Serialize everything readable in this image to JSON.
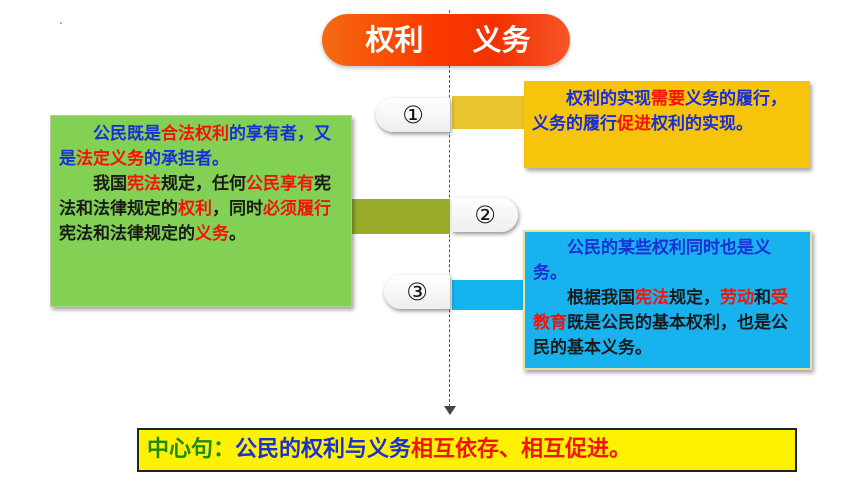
{
  "header": {
    "left": "权利",
    "right": "义务"
  },
  "tabs": [
    "①",
    "②",
    "③"
  ],
  "left_box": {
    "p1": [
      {
        "text": "公民既是",
        "style": "blue"
      },
      {
        "text": "合法权利",
        "style": "red"
      },
      {
        "text": "的享有者，又是",
        "style": "blue"
      },
      {
        "text": "法定义务",
        "style": "red"
      },
      {
        "text": "的承担者。",
        "style": "blue"
      }
    ],
    "p2": [
      {
        "text": "我国",
        "style": "dark"
      },
      {
        "text": "宪法",
        "style": "red"
      },
      {
        "text": "规定，任何",
        "style": "dark"
      },
      {
        "text": "公民享有",
        "style": "red"
      },
      {
        "text": "宪法和法律规定的",
        "style": "dark"
      },
      {
        "text": "权利",
        "style": "red"
      },
      {
        "text": "，同时",
        "style": "dark"
      },
      {
        "text": "必须履行",
        "style": "red"
      },
      {
        "text": "宪法和法律规定的",
        "style": "dark"
      },
      {
        "text": "义务",
        "style": "red"
      },
      {
        "text": "。",
        "style": "dark"
      }
    ]
  },
  "right_top_box": {
    "p1": [
      {
        "text": "权利的实现",
        "style": "blue"
      },
      {
        "text": "需要",
        "style": "red"
      },
      {
        "text": "义务的履行，义务的履行",
        "style": "blue"
      },
      {
        "text": "促进",
        "style": "red"
      },
      {
        "text": "权利的实现。",
        "style": "blue"
      }
    ]
  },
  "right_bottom_box": {
    "p1": [
      {
        "text": "公民的某些权利同时也是义务。",
        "style": "blue"
      }
    ],
    "p2": [
      {
        "text": "根据我国",
        "style": "dark"
      },
      {
        "text": "宪法",
        "style": "red"
      },
      {
        "text": "规定，",
        "style": "dark"
      },
      {
        "text": "劳动",
        "style": "red"
      },
      {
        "text": "和",
        "style": "dark"
      },
      {
        "text": "受教育",
        "style": "red"
      },
      {
        "text": "既是公民的基本权利，也是公民的基本义务。",
        "style": "dark"
      }
    ]
  },
  "summary": {
    "lead": "中心句：",
    "mid": "公民的权利与义务",
    "highlight": "相互依存、相互促进。"
  },
  "colors": {
    "header": "#fa3a00",
    "left_box": "#82d155",
    "right_top_box": "#f6c40a",
    "right_bottom_box": "#18b3ee",
    "summary": "#fff200",
    "emphasis_red": "#f2140b",
    "text_blue": "#1b2fd6"
  }
}
